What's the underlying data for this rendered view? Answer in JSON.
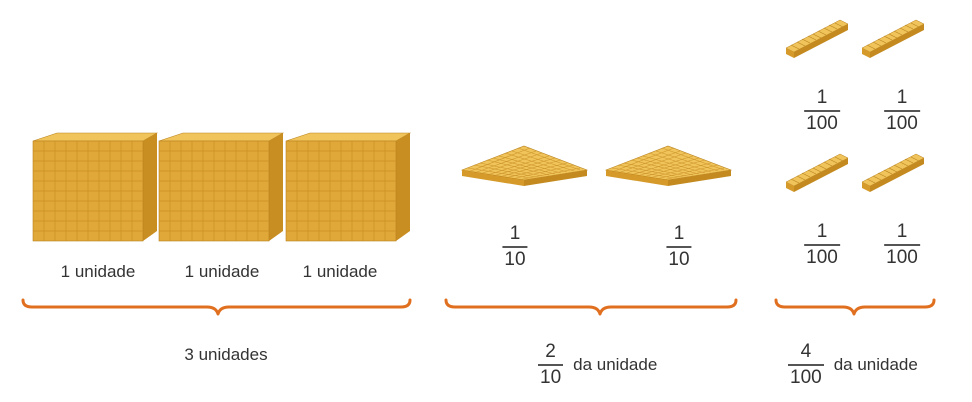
{
  "colors": {
    "brace": "#E07020",
    "block_front": "#E0A838",
    "block_top": "#F0C45A",
    "block_side": "#C98E22",
    "block_line": "#B9821E",
    "text": "#333333"
  },
  "units": {
    "labels": [
      "1 unidade",
      "1 unidade",
      "1 unidade"
    ],
    "total": "3 unidades"
  },
  "flats": {
    "fractions": [
      {
        "num": "1",
        "den": "10"
      },
      {
        "num": "1",
        "den": "10"
      }
    ],
    "total": {
      "num": "2",
      "den": "10",
      "text": "da unidade"
    }
  },
  "rods": {
    "fractions": [
      {
        "num": "1",
        "den": "100"
      },
      {
        "num": "1",
        "den": "100"
      },
      {
        "num": "1",
        "den": "100"
      },
      {
        "num": "1",
        "den": "100"
      }
    ],
    "total": {
      "num": "4",
      "den": "100",
      "text": "da unidade"
    }
  }
}
